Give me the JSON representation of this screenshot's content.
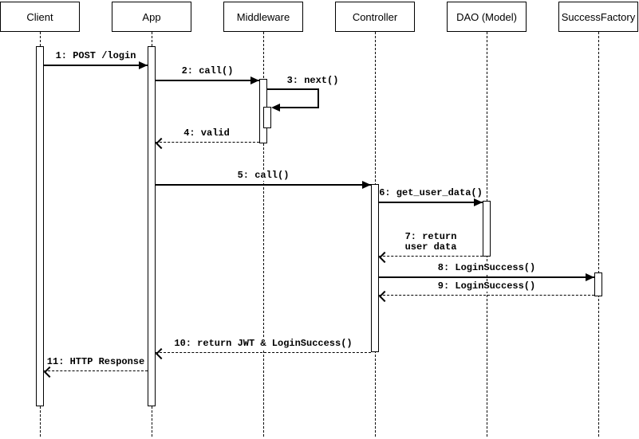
{
  "colors": {
    "line": "#000000",
    "background": "#ffffff"
  },
  "participants": [
    {
      "label": "Client"
    },
    {
      "label": "App"
    },
    {
      "label": "Middleware"
    },
    {
      "label": "Controller"
    },
    {
      "label": "DAO (Model)"
    },
    {
      "label": "SuccessFactory"
    }
  ],
  "messages": [
    {
      "label": "1: POST /login",
      "from": "Client",
      "to": "App",
      "kind": "sync"
    },
    {
      "label": "2: call()",
      "from": "App",
      "to": "Middleware",
      "kind": "sync"
    },
    {
      "label": "3: next()",
      "from": "Middleware",
      "to": "Middleware",
      "kind": "self"
    },
    {
      "label": "4: valid",
      "from": "Middleware",
      "to": "App",
      "kind": "return"
    },
    {
      "label": "5: call()",
      "from": "App",
      "to": "Controller",
      "kind": "sync"
    },
    {
      "label": "6: get_user_data()",
      "from": "Controller",
      "to": "DAO (Model)",
      "kind": "sync"
    },
    {
      "label": "7: return\nuser data",
      "from": "DAO (Model)",
      "to": "Controller",
      "kind": "return"
    },
    {
      "label": "8: LoginSuccess()",
      "from": "Controller",
      "to": "SuccessFactory",
      "kind": "sync"
    },
    {
      "label": "9: LoginSuccess()",
      "from": "SuccessFactory",
      "to": "Controller",
      "kind": "return"
    },
    {
      "label": "10: return JWT & LoginSuccess()",
      "from": "Controller",
      "to": "App",
      "kind": "return"
    },
    {
      "label": "11: HTTP Response",
      "from": "App",
      "to": "Client",
      "kind": "return"
    }
  ]
}
